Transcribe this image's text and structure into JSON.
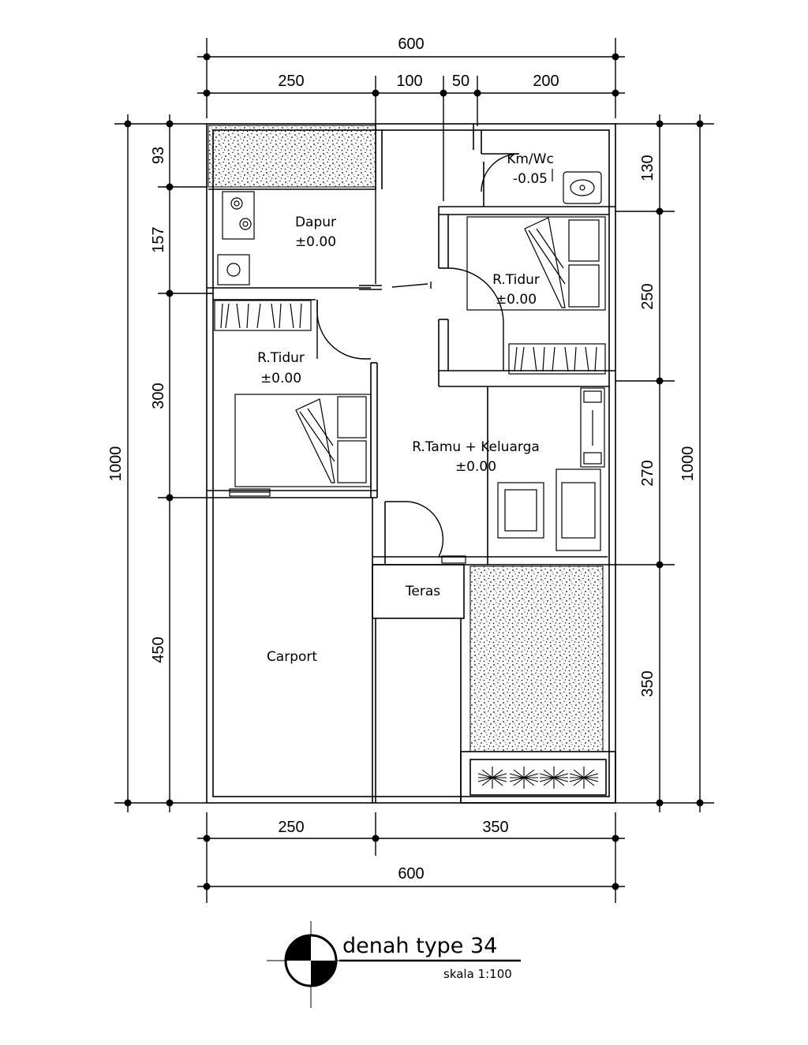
{
  "dimensions": {
    "top_total": "600",
    "top_segments": [
      "250",
      "100",
      "50",
      "200"
    ],
    "bottom_segments": [
      "250",
      "350"
    ],
    "bottom_total": "600",
    "left_total": "1000",
    "left_segments": [
      "93",
      "157",
      "300",
      "450"
    ],
    "right_total": "1000",
    "right_segments": [
      "130",
      "250",
      "270",
      "350"
    ]
  },
  "rooms": {
    "kmwc": {
      "name": "Km/Wc",
      "level": "-0.05"
    },
    "dapur": {
      "name": "Dapur",
      "level": "±0.00"
    },
    "tidur_kanan": {
      "name": "R.Tidur",
      "level": "±0.00"
    },
    "tidur_kiri": {
      "name": "R.Tidur",
      "level": "±0.00"
    },
    "tamu": {
      "name": "R.Tamu + Keluarga",
      "level": "±0.00"
    },
    "teras": {
      "name": "Teras"
    },
    "carport": {
      "name": "Carport"
    }
  },
  "title_block": {
    "title": "denah type 34",
    "scale": "skala 1:100"
  }
}
